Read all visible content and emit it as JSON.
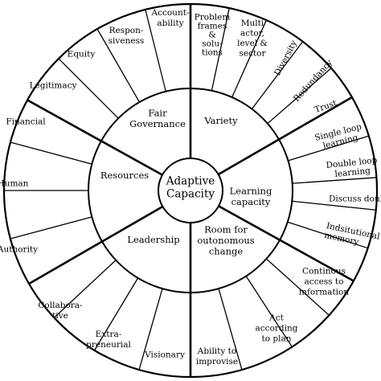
{
  "center": {
    "lines": [
      "Adaptive",
      "Capacity"
    ]
  },
  "dimensions": [
    {
      "id": "variety",
      "lines": [
        "Variety"
      ]
    },
    {
      "id": "learning",
      "lines": [
        "Learning",
        "capacity"
      ]
    },
    {
      "id": "room",
      "lines": [
        "Room for",
        "outonomous",
        "change"
      ]
    },
    {
      "id": "leadership",
      "lines": [
        "Leadership"
      ]
    },
    {
      "id": "resources",
      "lines": [
        "Resources"
      ]
    },
    {
      "id": "governance",
      "lines": [
        "Fair",
        "Governance"
      ]
    }
  ],
  "outer_items": [
    {
      "id": "problem-frames",
      "lines": [
        "Problem",
        "frames",
        "&",
        "solu-",
        "tions"
      ]
    },
    {
      "id": "multi-actor",
      "lines": [
        "Multi",
        "actor,",
        "level &",
        "sector"
      ]
    },
    {
      "id": "diversity",
      "lines": [
        "Diversity"
      ]
    },
    {
      "id": "redundancy",
      "lines": [
        "Redundancy"
      ]
    },
    {
      "id": "trust",
      "lines": [
        "Trust"
      ]
    },
    {
      "id": "single-loop",
      "lines": [
        "Single loop",
        "learning"
      ]
    },
    {
      "id": "double-loop",
      "lines": [
        "Double loop",
        "learning"
      ]
    },
    {
      "id": "discuss-doubt",
      "lines": [
        "Discuss doubt"
      ]
    },
    {
      "id": "institutional-memory",
      "lines": [
        "Indsitutional",
        "memory"
      ]
    },
    {
      "id": "continuous-access",
      "lines": [
        "Continous",
        "access to",
        "information"
      ]
    },
    {
      "id": "act-according",
      "lines": [
        "Act",
        "according",
        "to plan"
      ]
    },
    {
      "id": "ability-improvise",
      "lines": [
        "Ability to",
        "improvise"
      ]
    },
    {
      "id": "visionary",
      "lines": [
        "Visionary"
      ]
    },
    {
      "id": "extrapreneurial",
      "lines": [
        "Extra-",
        "preneurial"
      ]
    },
    {
      "id": "collaborative",
      "lines": [
        "Collabora-",
        "tive"
      ]
    },
    {
      "id": "authority",
      "lines": [
        "Authority"
      ]
    },
    {
      "id": "human",
      "lines": [
        "Human"
      ]
    },
    {
      "id": "financial",
      "lines": [
        "Financial"
      ]
    },
    {
      "id": "legitimacy",
      "lines": [
        "Legitimacy"
      ]
    },
    {
      "id": "equity",
      "lines": [
        "Equity"
      ]
    },
    {
      "id": "responsiveness",
      "lines": [
        "Respon-",
        "siveness"
      ]
    },
    {
      "id": "accountability",
      "lines": [
        "Account-",
        "ability"
      ]
    }
  ]
}
